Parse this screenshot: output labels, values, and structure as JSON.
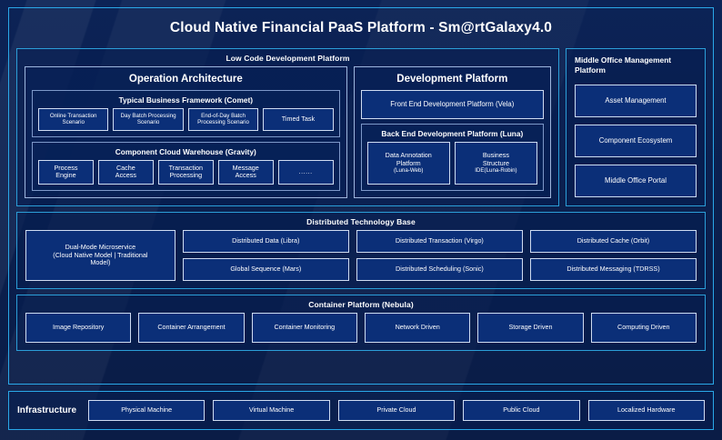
{
  "header": {
    "title": "Cloud Native Financial PaaS Platform - Sm@rtGalaxy4.0"
  },
  "colors": {
    "background": "#0a1f4d",
    "frame_border": "#2aa8e8",
    "panel_border": "#2b9ed8",
    "tile_border": "#cfdcf2",
    "tile_fill": "#0b2f78",
    "text": "#ffffff"
  },
  "low_code": {
    "title": "Low Code Development Platform",
    "operation_architecture": {
      "title": "Operation Architecture",
      "groups": [
        {
          "title": "Typical Business Framework (Comet)",
          "items": [
            {
              "l1": "Online Transaction",
              "l2": "Scenario"
            },
            {
              "l1": "Day Batch Processing",
              "l2": "Scenario"
            },
            {
              "l1": "End-of-Day Batch",
              "l2": "Processing Scenario"
            },
            {
              "l1": "Timed Task",
              "l2": ""
            }
          ]
        },
        {
          "title": "Component Cloud Warehouse (Gravity)",
          "items": [
            {
              "l1": "Process",
              "l2": "Engine"
            },
            {
              "l1": "Cache",
              "l2": "Access"
            },
            {
              "l1": "Transaction",
              "l2": "Processing"
            },
            {
              "l1": "Message",
              "l2": "Access"
            },
            {
              "l1": "......",
              "l2": ""
            }
          ]
        }
      ]
    },
    "development_platform": {
      "title": "Development Platform",
      "front_end": "Front End Development Platform (Vela)",
      "back_end": {
        "title": "Back End Development Platform (Luna)",
        "items": [
          {
            "l1": "Data Annotation",
            "l2": "Platform",
            "l3": "(Luna-Web)"
          },
          {
            "l1": "Business",
            "l2": "Structure",
            "l3": "IDE(Luna-Robin)"
          }
        ]
      }
    }
  },
  "middle_office": {
    "title": "Middle Office Management Platform",
    "items": [
      "Asset Management",
      "Component Ecosystem",
      "Middle Office Portal"
    ]
  },
  "distributed_technology_base": {
    "title": "Distributed Technology Base",
    "wide_item": {
      "l1": "Dual-Mode Microservice",
      "l2": "(Cloud Native Model | Traditional",
      "l3": "Model)"
    },
    "columns": [
      [
        "Distributed Data (Libra)",
        "Global Sequence (Mars)"
      ],
      [
        "Distributed Transaction (Virgo)",
        "Distributed Scheduling (Sonic)"
      ],
      [
        "Distributed Cache (Orbit)",
        "Distributed Messaging (TDRSS)"
      ]
    ]
  },
  "container_platform": {
    "title": "Container Platform (Nebula)",
    "items": [
      "Image Repository",
      "Container Arrangement",
      "Container Monitoring",
      "Network Driven",
      "Storage Driven",
      "Computing Driven"
    ]
  },
  "infrastructure": {
    "label": "Infrastructure",
    "items": [
      "Physical Machine",
      "Virtual Machine",
      "Private Cloud",
      "Public Cloud",
      "Localized Hardware"
    ]
  }
}
